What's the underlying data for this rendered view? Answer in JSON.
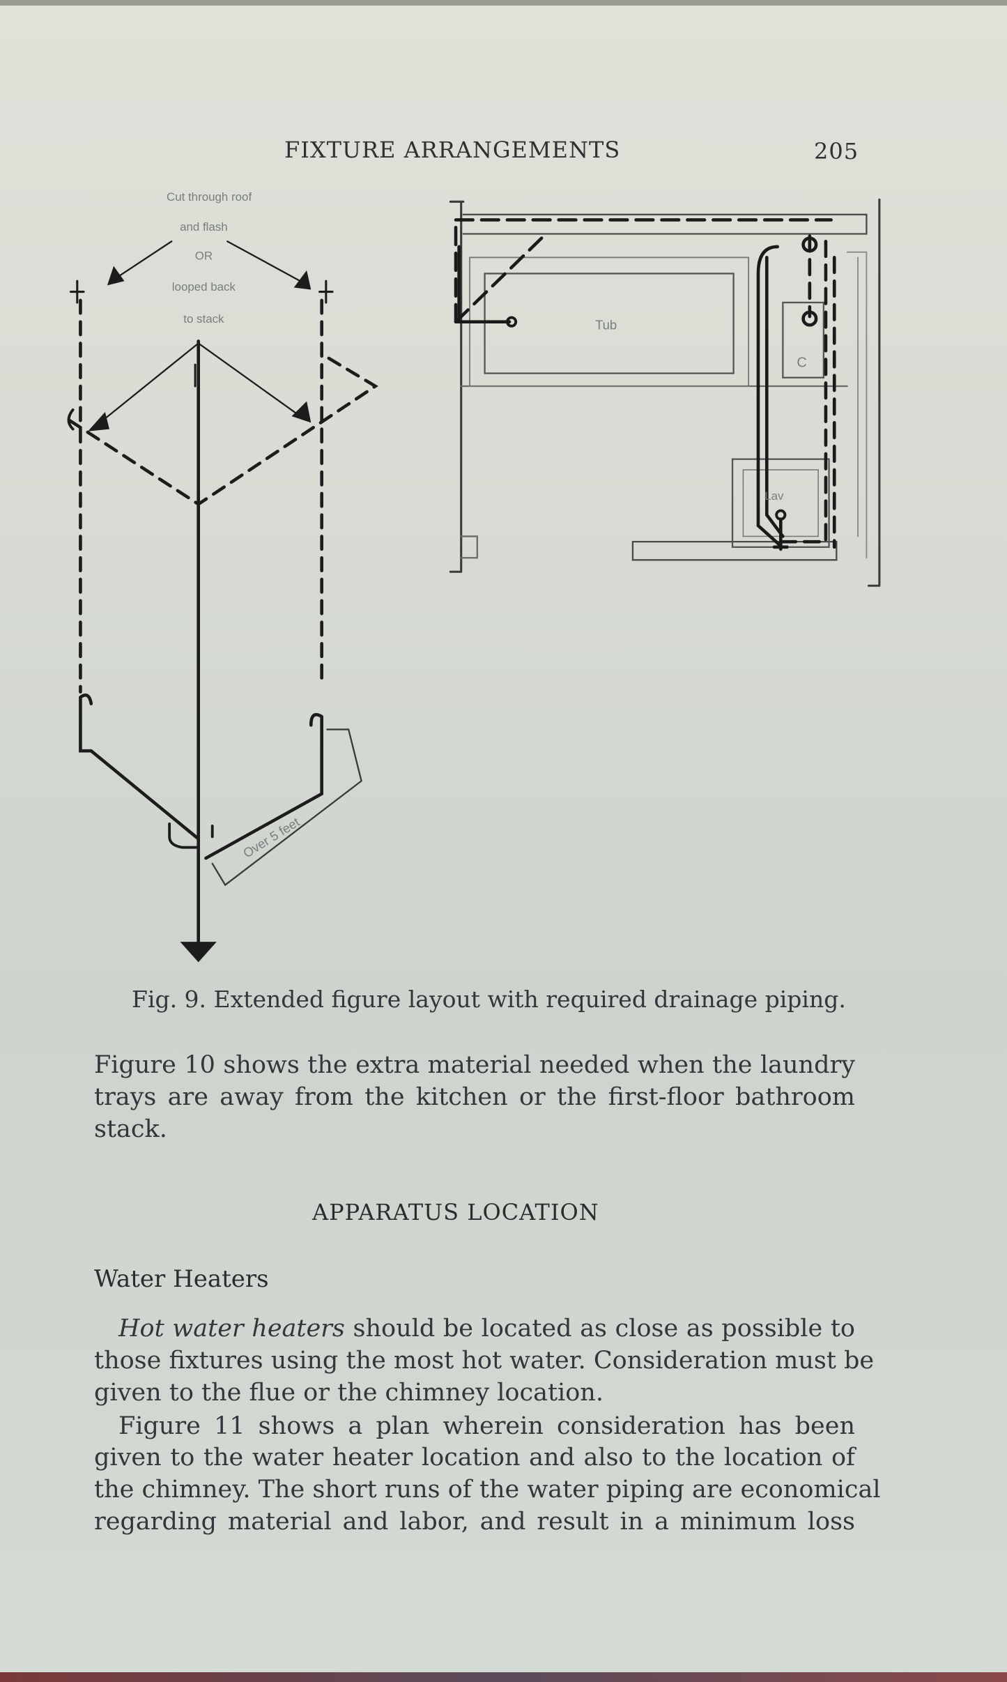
{
  "header": {
    "running_title": "FIXTURE ARRANGEMENTS",
    "page_number": "205"
  },
  "figure": {
    "left_labels": {
      "line1": "Cut through roof",
      "line2": "and flash",
      "line3": "OR",
      "line4": "looped back",
      "line5": "to stack",
      "distance": "Over 5 feet"
    },
    "right_labels": {
      "tub": "Tub",
      "closet": "C",
      "lavatory": "Lav"
    },
    "caption": "Fig. 9. Extended figure layout with required drainage piping."
  },
  "paragraph1": [
    "Figure 10 shows the extra material needed when the laundry",
    "trays are away from the kitchen or the first-floor bathroom",
    "stack."
  ],
  "section_heading": "APPARATUS LOCATION",
  "subheading": "Water Heaters",
  "paragraph2": {
    "italic_lead": "Hot water heaters",
    "line1_rest": " should be located as close as possible to",
    "lines": [
      "those fixtures using the most hot water. Consideration must be",
      "given to the flue or the chimney location."
    ]
  },
  "paragraph3": [
    "Figure 11 shows a plan wherein consideration has been",
    "given to the water heater location and also to the location of",
    "the chimney. The short runs of the water piping are economical",
    "regarding material and labor, and result in a minimum loss"
  ]
}
